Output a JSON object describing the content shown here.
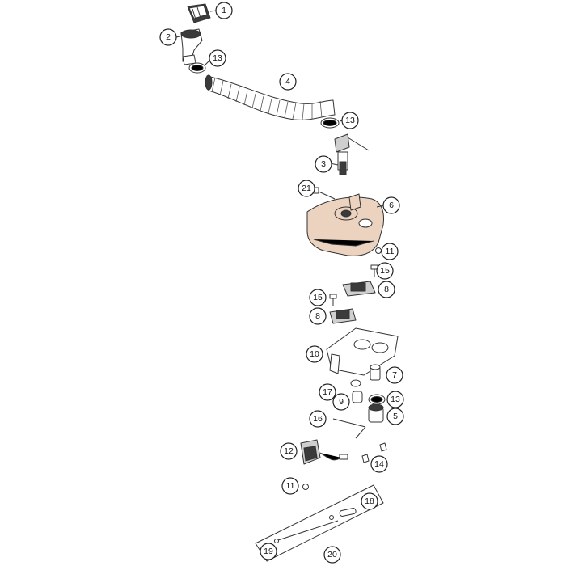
{
  "callouts": [
    {
      "id": "c1",
      "label": "1"
    },
    {
      "id": "c2",
      "label": "2"
    },
    {
      "id": "c13a",
      "label": "13"
    },
    {
      "id": "c4",
      "label": "4"
    },
    {
      "id": "c13b",
      "label": "13"
    },
    {
      "id": "c3",
      "label": "3"
    },
    {
      "id": "c21",
      "label": "21"
    },
    {
      "id": "c6",
      "label": "6"
    },
    {
      "id": "c11a",
      "label": "11"
    },
    {
      "id": "c15a",
      "label": "15"
    },
    {
      "id": "c15b",
      "label": "15"
    },
    {
      "id": "c8a",
      "label": "8"
    },
    {
      "id": "c8b",
      "label": "8"
    },
    {
      "id": "c10",
      "label": "10"
    },
    {
      "id": "c7",
      "label": "7"
    },
    {
      "id": "c17",
      "label": "17"
    },
    {
      "id": "c9",
      "label": "9"
    },
    {
      "id": "c13c",
      "label": "13"
    },
    {
      "id": "c16",
      "label": "16"
    },
    {
      "id": "c5",
      "label": "5"
    },
    {
      "id": "c12",
      "label": "12"
    },
    {
      "id": "c14",
      "label": "14"
    },
    {
      "id": "c11b",
      "label": "11"
    },
    {
      "id": "c18",
      "label": "18"
    },
    {
      "id": "c19",
      "label": "19"
    },
    {
      "id": "c20",
      "label": "20"
    }
  ]
}
